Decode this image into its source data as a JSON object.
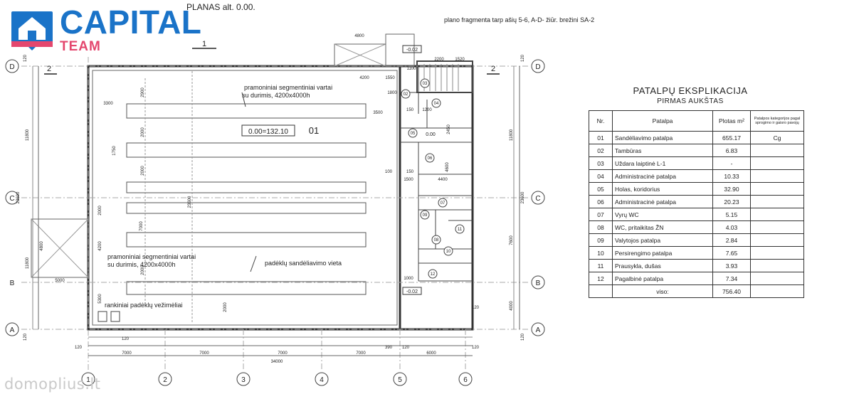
{
  "brand": {
    "name": "CAPITAL",
    "sub": "TEAM"
  },
  "plan": {
    "title": "PLANAS alt. 0.00.",
    "fragment_note": "plano fragmenta tarp ašių 5-6, A-D- žiūr. brežini SA-2",
    "room_label": "01",
    "level_box": "0.00=132.10",
    "level_small": "0.00",
    "level_neg_top": "-0.02",
    "level_neg_bottom": "-0.02",
    "section_labels": [
      "1",
      "2",
      "2"
    ],
    "notes": [
      "pramoniniai segmentiniai vartai",
      "su durimis, 4200x4000h",
      "pramoniniai segmentiniai vartai",
      "su durimis, 4200x4000h",
      "padėklų sandėliavimo vieta",
      "rankiniai padėklų vežimėliai"
    ],
    "column_axes": [
      "1",
      "2",
      "3",
      "4",
      "5",
      "6"
    ],
    "row_axes_left": [
      "D",
      "C",
      "B",
      "A"
    ],
    "row_axes_right": [
      "D",
      "C",
      "B",
      "A"
    ],
    "room_numbers": [
      "02",
      "03",
      "04",
      "05",
      "06",
      "07",
      "08",
      "09",
      "10",
      "11",
      "12"
    ],
    "dims_bottom": [
      "7000",
      "7000",
      "7000",
      "7000",
      "6000",
      "34000",
      "120",
      "120",
      "390",
      "120",
      "120"
    ],
    "dims_top": [
      "4800",
      "2200",
      "1520",
      "4200",
      "1550",
      "3500",
      "1800",
      "1100"
    ],
    "dims_left": [
      "11800",
      "23600",
      "11800",
      "120",
      "120"
    ],
    "dims_right": [
      "11800",
      "23600",
      "7600",
      "4000",
      "120",
      "120"
    ],
    "dims_misc": [
      "3300",
      "2900",
      "2000",
      "1750",
      "2000",
      "7000",
      "2000",
      "4200",
      "2000",
      "5300",
      "2000",
      "23600",
      "5000",
      "4800",
      "100",
      "1500",
      "150",
      "150",
      "4400",
      "2450",
      "4600",
      "1000",
      "1200",
      "120"
    ]
  },
  "explication": {
    "title": "PATALPŲ EKSPLIKACIJA",
    "subtitle": "PIRMAS AUKŠTAS",
    "headers": [
      "Nr.",
      "Patalpa",
      "Plotas m²",
      "Patalpos kategorijos pagal sprogimo ir gaisro pavojų"
    ],
    "rows": [
      {
        "nr": "01",
        "name": "Sandėliavimo patalpa",
        "area": "655.17",
        "cat": "Cg"
      },
      {
        "nr": "02",
        "name": "Tambūras",
        "area": "6.83",
        "cat": ""
      },
      {
        "nr": "03",
        "name": "Uždara laiptinė L-1",
        "area": "-",
        "cat": ""
      },
      {
        "nr": "04",
        "name": "Administracinė patalpa",
        "area": "10.33",
        "cat": ""
      },
      {
        "nr": "05",
        "name": "Holas, koridorius",
        "area": "32.90",
        "cat": ""
      },
      {
        "nr": "06",
        "name": "Administracinė patalpa",
        "area": "20.23",
        "cat": ""
      },
      {
        "nr": "07",
        "name": "Vyrų WC",
        "area": "5.15",
        "cat": ""
      },
      {
        "nr": "08",
        "name": "WC, pritaikitas ŽN",
        "area": "4.03",
        "cat": ""
      },
      {
        "nr": "09",
        "name": "Valytojos patalpa",
        "area": "2.84",
        "cat": ""
      },
      {
        "nr": "10",
        "name": "Persirengimo patalpa",
        "area": "7.65",
        "cat": ""
      },
      {
        "nr": "11",
        "name": "Prausykla, dušas",
        "area": "3.93",
        "cat": ""
      },
      {
        "nr": "12",
        "name": "Pagalbinė patalpa",
        "area": "7.34",
        "cat": ""
      }
    ],
    "total_label": "viso:",
    "total_value": "756.40"
  },
  "watermark": "domoplius.lt"
}
